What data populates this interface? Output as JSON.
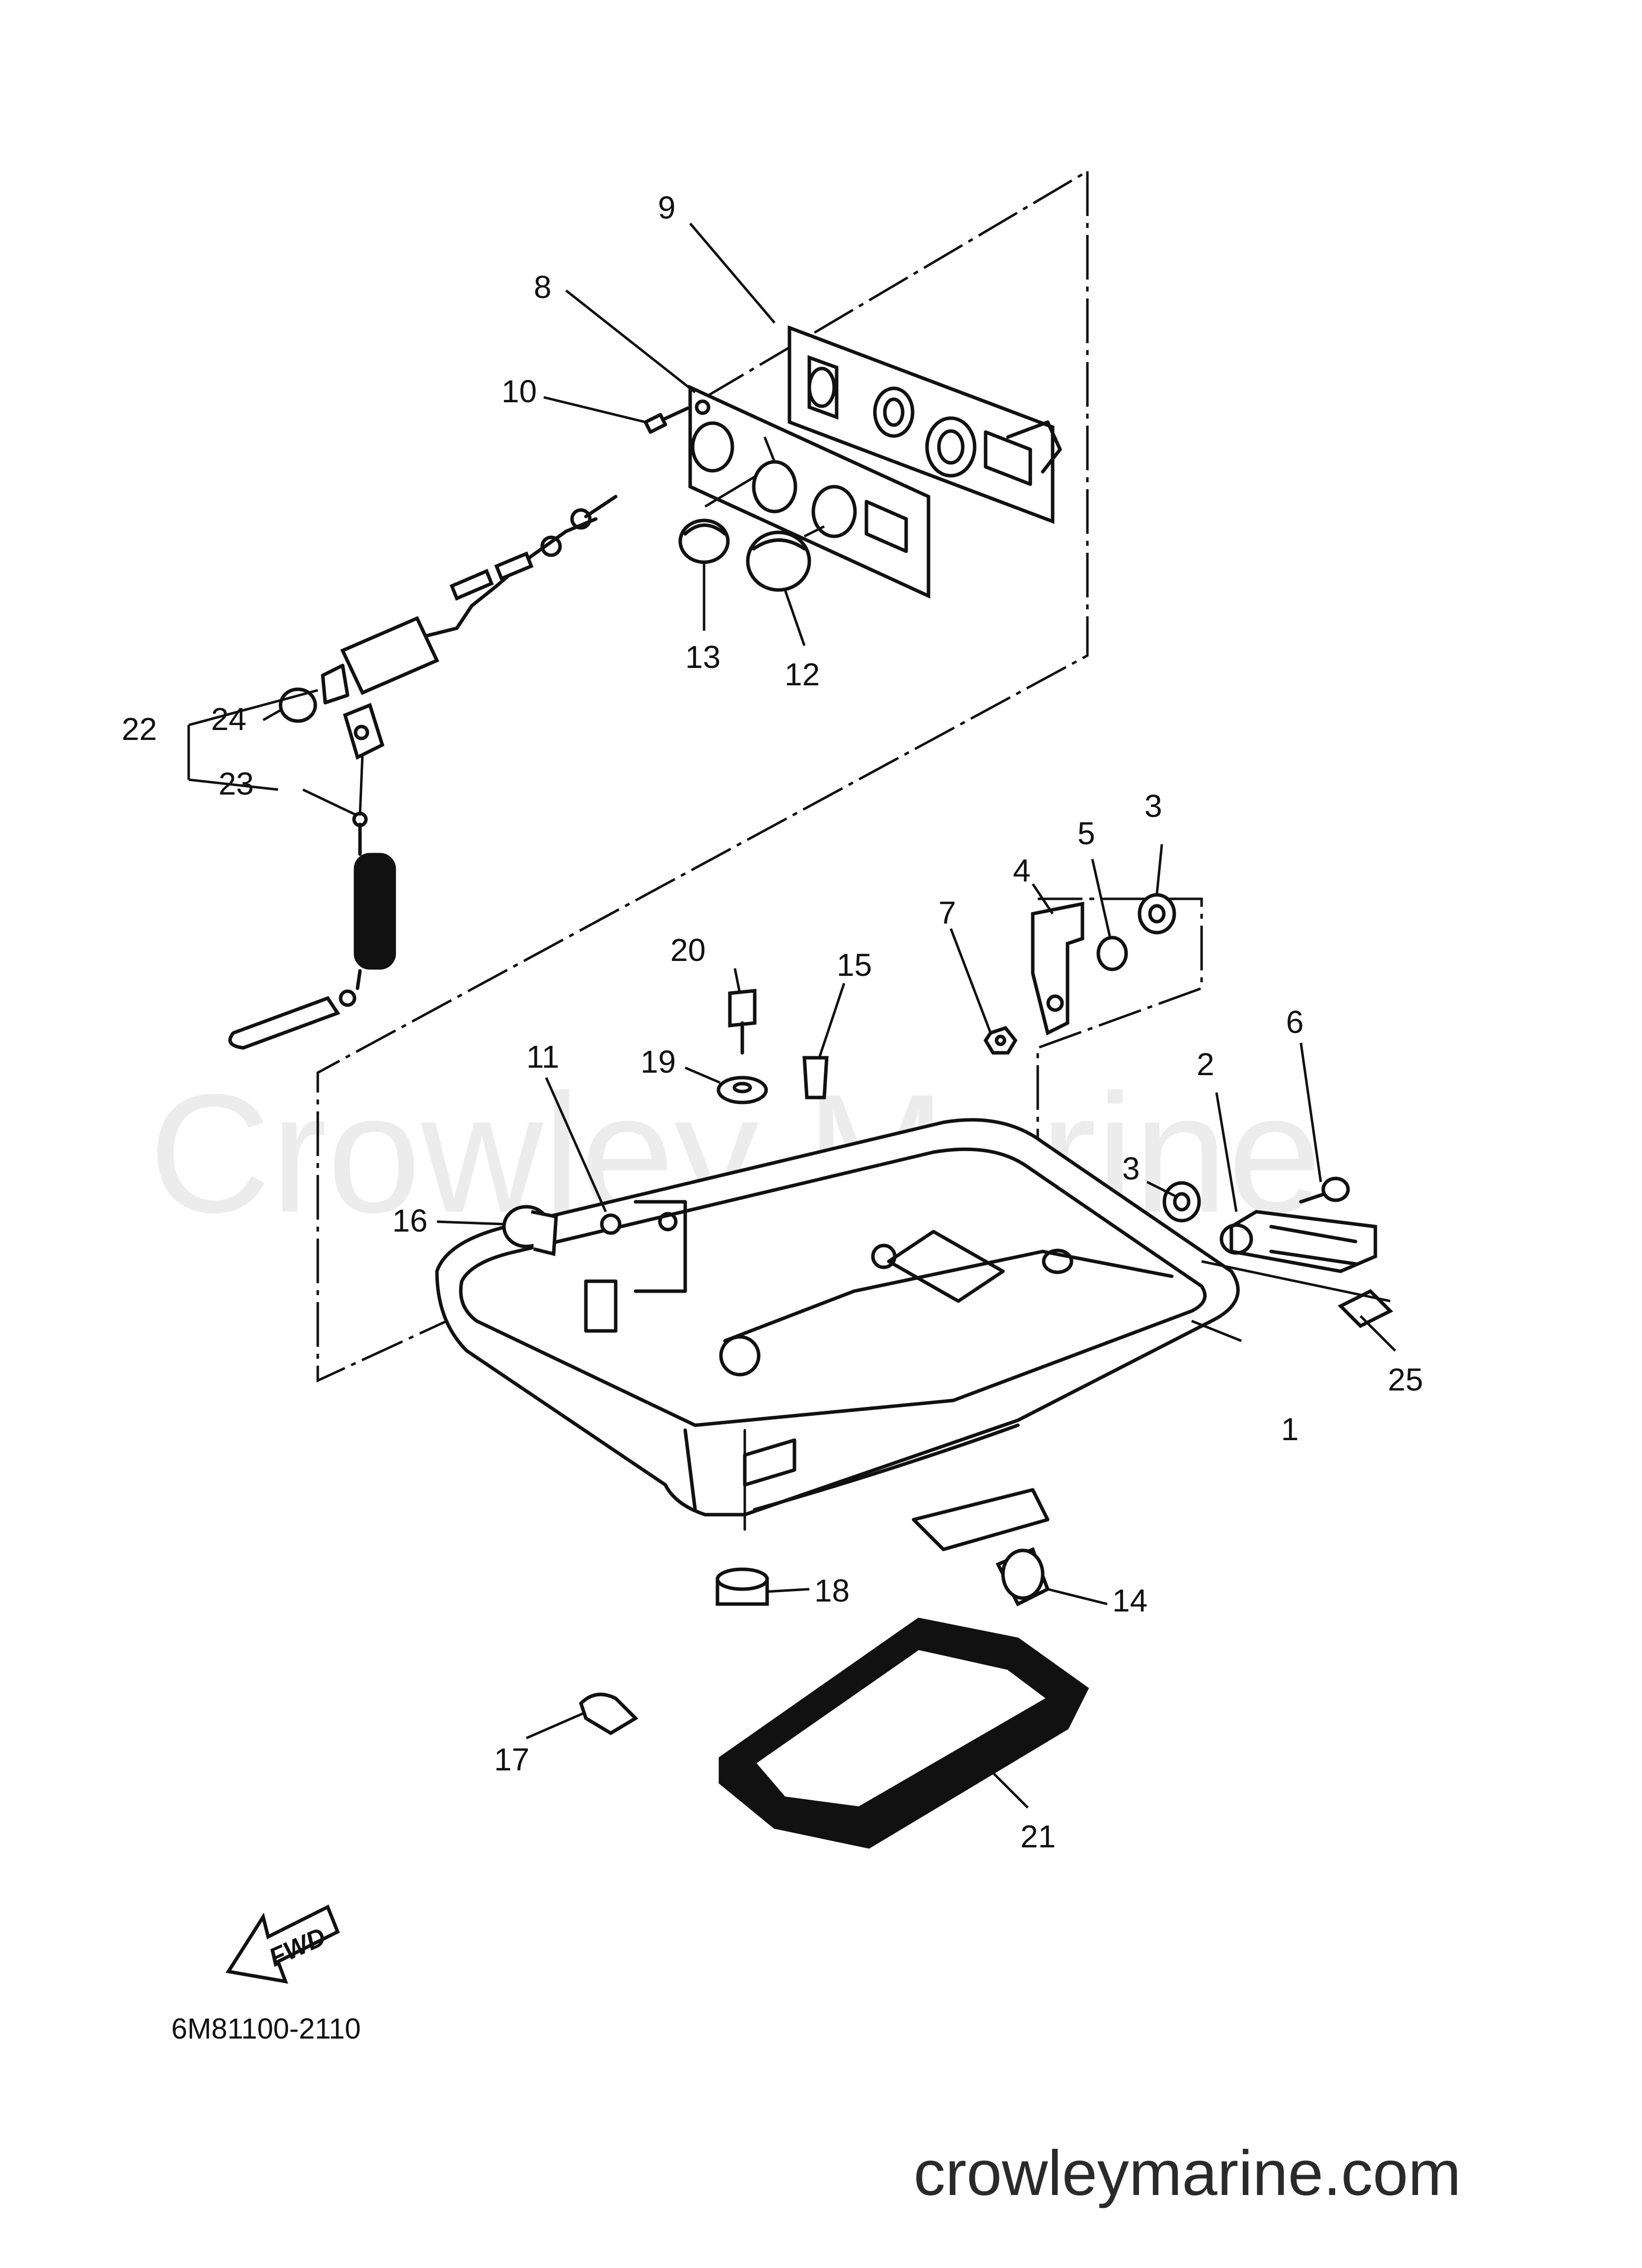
{
  "diagram": {
    "callouts": [
      "1",
      "2",
      "3",
      "3",
      "4",
      "5",
      "6",
      "7",
      "8",
      "9",
      "10",
      "11",
      "12",
      "13",
      "14",
      "15",
      "16",
      "17",
      "18",
      "19",
      "20",
      "21",
      "22",
      "23",
      "24",
      "25"
    ],
    "part_code": "6M81100-2110",
    "fwd_label": "FWD",
    "watermark": "Crowley Marine",
    "website": "crowleymarine.com"
  }
}
